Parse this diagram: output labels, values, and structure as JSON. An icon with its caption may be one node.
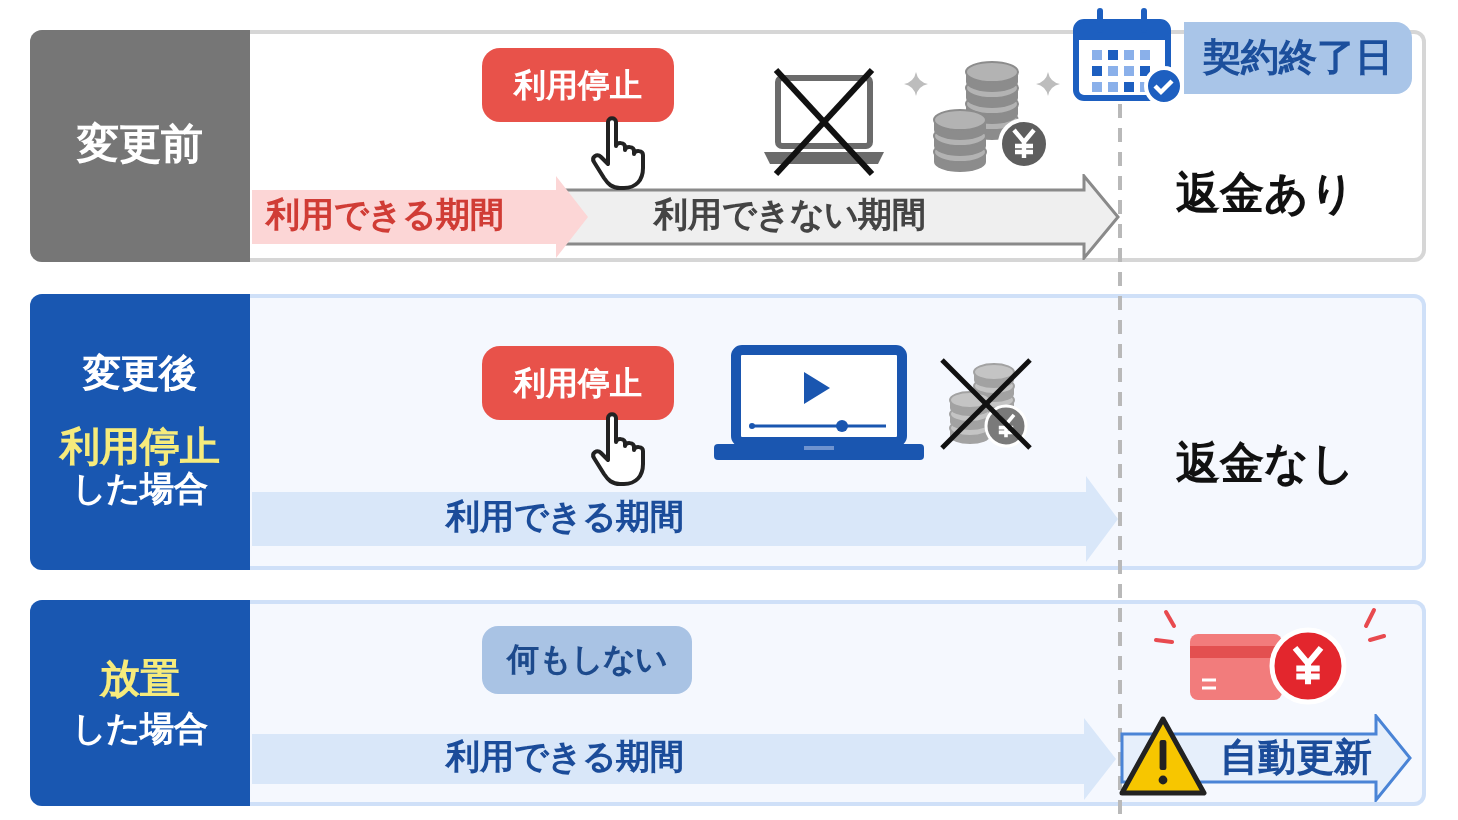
{
  "diagram": {
    "nodes": [
      {
        "text": [
          "変更前"
        ]
      },
      {
        "text": [
          "利用停止"
        ],
        "in": 0
      },
      {
        "text": [
          "契約終了日"
        ]
      },
      {
        "text": [
          "利用できる期間"
        ],
        "in": 0
      },
      {
        "text": [
          "利用できない期間"
        ],
        "in": 0
      },
      {
        "text": [
          "変更後",
          "利用停止",
          "した場合"
        ]
      },
      {
        "text": [
          "利用停止"
        ],
        "in": 5
      },
      {
        "text": [
          "利用できる期間"
        ],
        "in": 5
      },
      {
        "text": [
          "放置",
          "した場合"
        ]
      },
      {
        "text": [
          "何もしない"
        ],
        "in": 8
      },
      {
        "text": [
          "利用できる期間"
        ],
        "in": 8
      },
      {
        "text": [
          "自動更新"
        ],
        "in": 8
      }
    ],
    "labels": [
      "返金あり",
      "返金なし"
    ]
  }
}
